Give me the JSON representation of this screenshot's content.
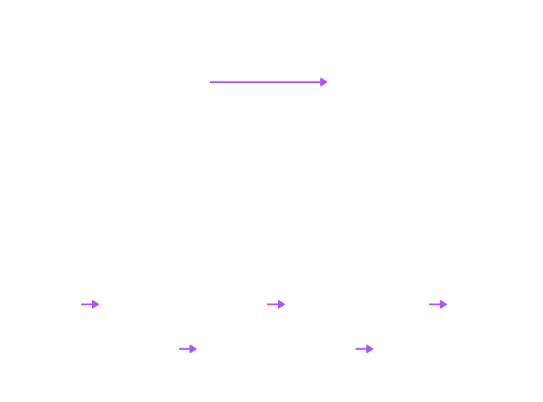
{
  "diagram": {
    "arrow_color": "#a855f7",
    "arrows": [
      {
        "id": "top-long-arrow"
      },
      {
        "id": "row1-arrow-1"
      },
      {
        "id": "row1-arrow-2"
      },
      {
        "id": "row1-arrow-3"
      },
      {
        "id": "row2-arrow-1"
      },
      {
        "id": "row2-arrow-2"
      }
    ]
  }
}
